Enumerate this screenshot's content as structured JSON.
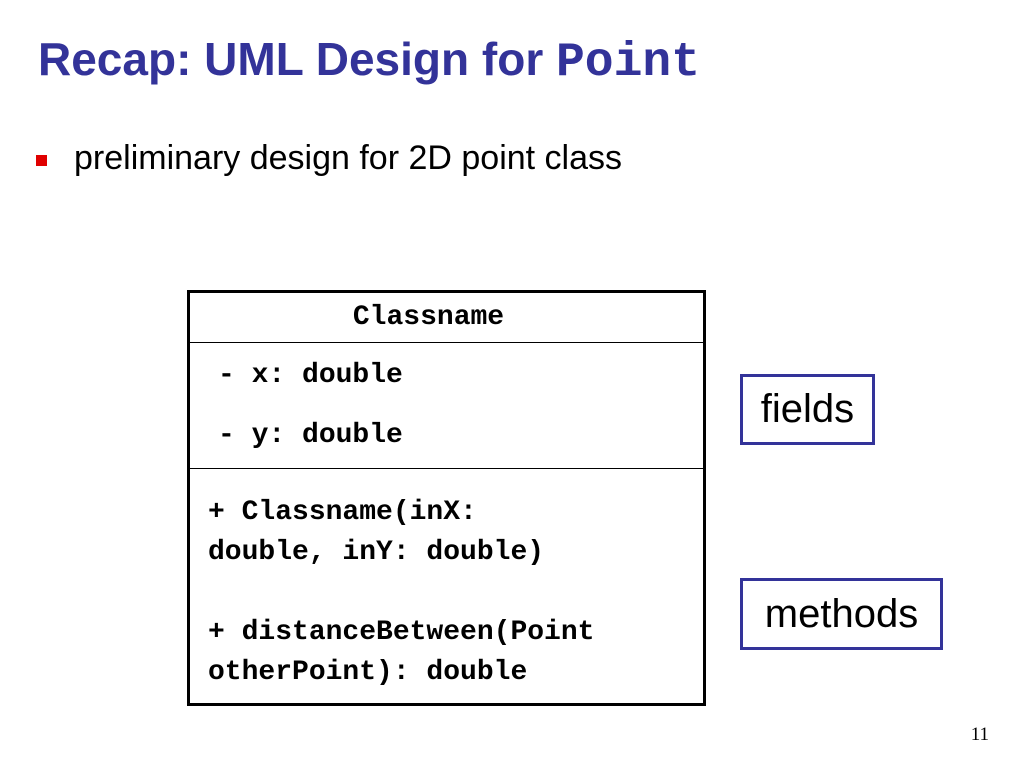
{
  "slide": {
    "title_text": "Recap: UML Design for ",
    "title_code": "Point",
    "bullet": "preliminary design for 2D point class",
    "page_number": "11"
  },
  "uml": {
    "class_name": "Classname",
    "fields": [
      "- x: double",
      "- y: double"
    ],
    "methods": [
      "+ Classname(inX:\ndouble, inY: double)",
      "+ distanceBetween(Point\notherPoint): double"
    ]
  },
  "labels": {
    "fields": "fields",
    "methods": "methods"
  },
  "colors": {
    "title": "#333399",
    "bullet": "#e00000",
    "label_border": "#333399"
  }
}
